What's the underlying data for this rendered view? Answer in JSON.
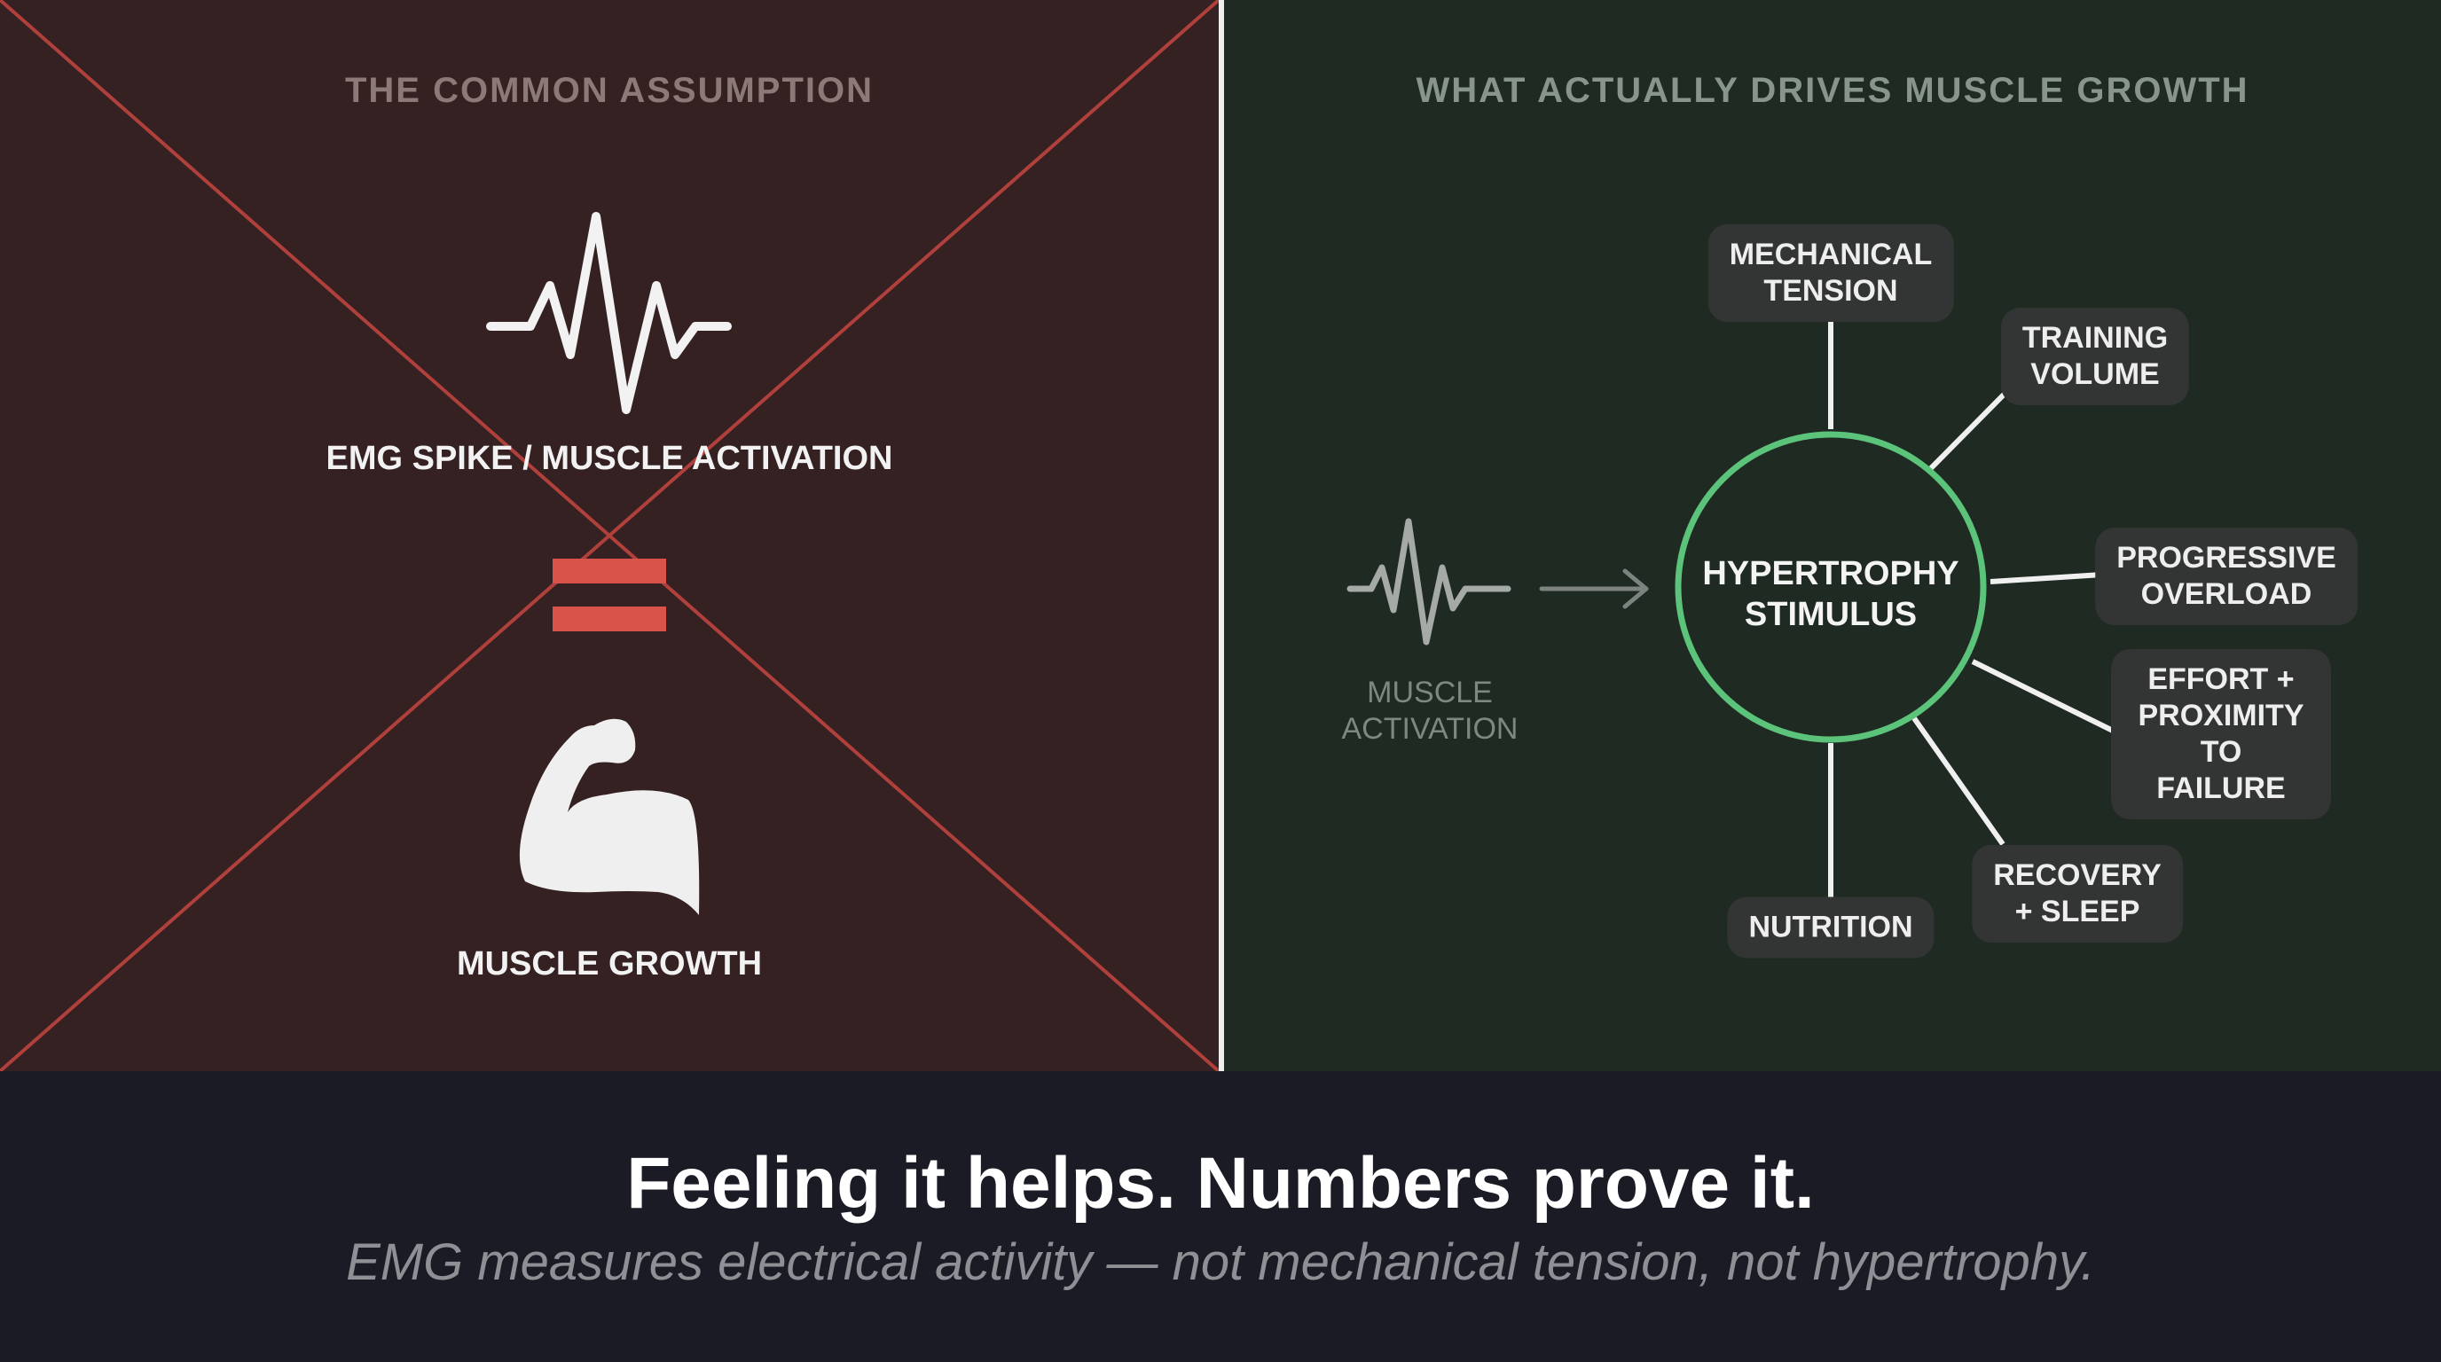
{
  "left_panel": {
    "title": "THE COMMON ASSUMPTION",
    "activation_label": "EMG SPIKE / MUSCLE ACTIVATION",
    "growth_label": "MUSCLE GROWTH",
    "icons": [
      "emg-waveform-icon",
      "equals-sign-icon",
      "flexed-bicep-icon"
    ],
    "colors": {
      "cross": "#b0403c",
      "equals": "#d9534a"
    }
  },
  "right_panel": {
    "title": "WHAT ACTUALLY DRIVES MUSCLE GROWTH",
    "input_label": "MUSCLE\nACTIVATION",
    "hub_label": "HYPERTROPHY\nSTIMULUS",
    "factors": [
      "MECHANICAL\nTENSION",
      "TRAINING\nVOLUME",
      "PROGRESSIVE\nOVERLOAD",
      "EFFORT +\nPROXIMITY\nTO FAILURE",
      "RECOVERY\n+ SLEEP",
      "NUTRITION"
    ],
    "icons": [
      "emg-waveform-icon",
      "arrow-right-icon"
    ],
    "colors": {
      "hub_ring": "#5cc37a"
    }
  },
  "footer": {
    "headline": "Feeling it helps. Numbers prove it.",
    "subline": "EMG measures electrical activity — not mechanical tension, not hypertrophy."
  }
}
